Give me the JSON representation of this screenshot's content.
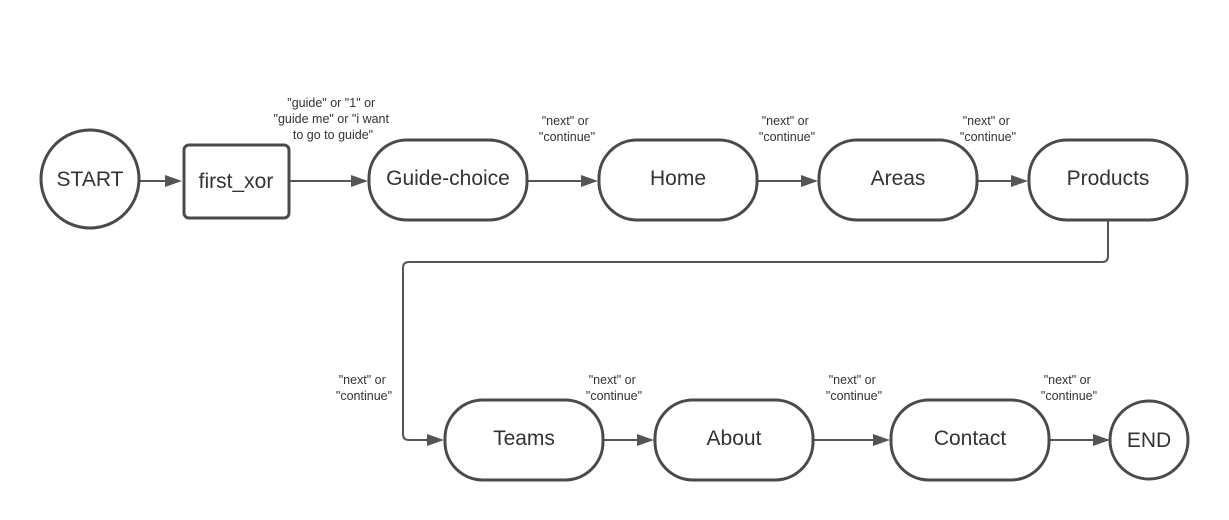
{
  "diagram": {
    "nodes": {
      "start": {
        "label": "START"
      },
      "first_xor": {
        "label": "first_xor"
      },
      "guide_choice": {
        "label": "Guide-choice"
      },
      "home": {
        "label": "Home"
      },
      "areas": {
        "label": "Areas"
      },
      "products": {
        "label": "Products"
      },
      "teams": {
        "label": "Teams"
      },
      "about": {
        "label": "About"
      },
      "contact": {
        "label": "Contact"
      },
      "end": {
        "label": "END"
      }
    },
    "edges": {
      "xor_to_guide": {
        "label": [
          "\"guide\" or \"1\" or",
          "\"guide me\" or \"i want",
          "to go to guide\""
        ]
      },
      "guide_to_home": {
        "label": [
          "\"next\" or",
          "\"continue\""
        ]
      },
      "home_to_areas": {
        "label": [
          "\"next\" or",
          "\"continue\""
        ]
      },
      "areas_to_products": {
        "label": [
          "\"next\" or",
          "\"continue\""
        ]
      },
      "products_to_teams": {
        "label": [
          "\"next\" or",
          "\"continue\""
        ]
      },
      "teams_to_about": {
        "label": [
          "\"next\" or",
          "\"continue\""
        ]
      },
      "about_to_contact": {
        "label": [
          "\"next\" or",
          "\"continue\""
        ]
      },
      "contact_to_end": {
        "label": [
          "\"next\" or",
          "\"continue\""
        ]
      }
    }
  }
}
